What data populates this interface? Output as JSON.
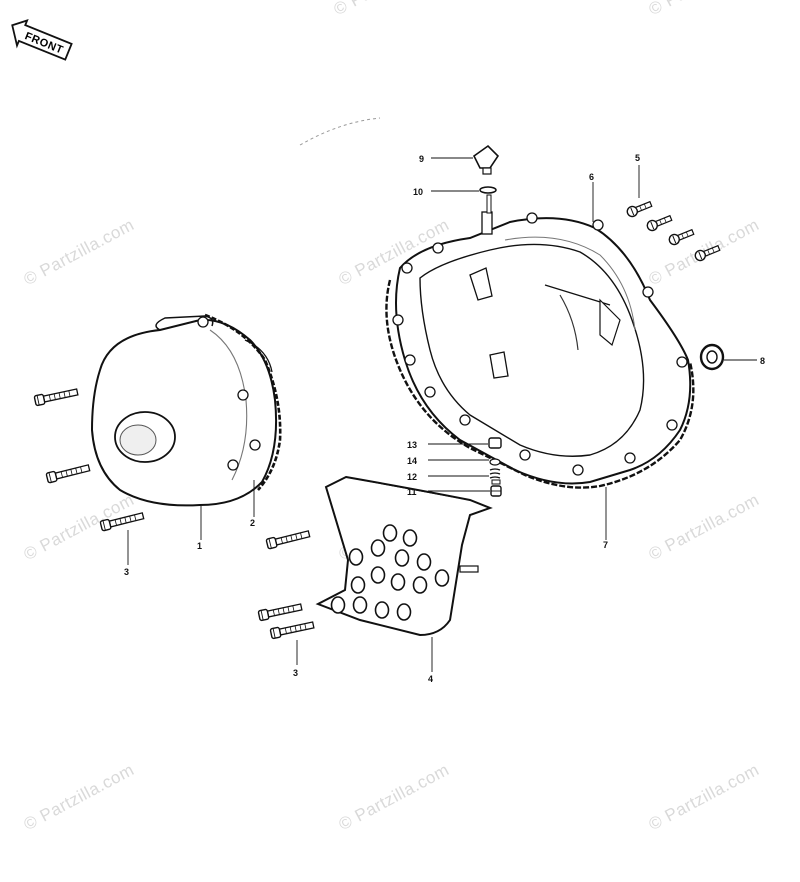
{
  "front_label": "FRONT",
  "watermark": "© Partzilla.com",
  "watermark_color": "#d9d9d9",
  "line_color": "#111111",
  "callouts": {
    "c1": "1",
    "c2": "2",
    "c3a": "3",
    "c3b": "3",
    "c4": "4",
    "c5": "5",
    "c6": "6",
    "c7": "7",
    "c8": "8",
    "c9": "9",
    "c10": "10",
    "c11": "11",
    "c12": "12",
    "c13": "13",
    "c14": "14"
  }
}
